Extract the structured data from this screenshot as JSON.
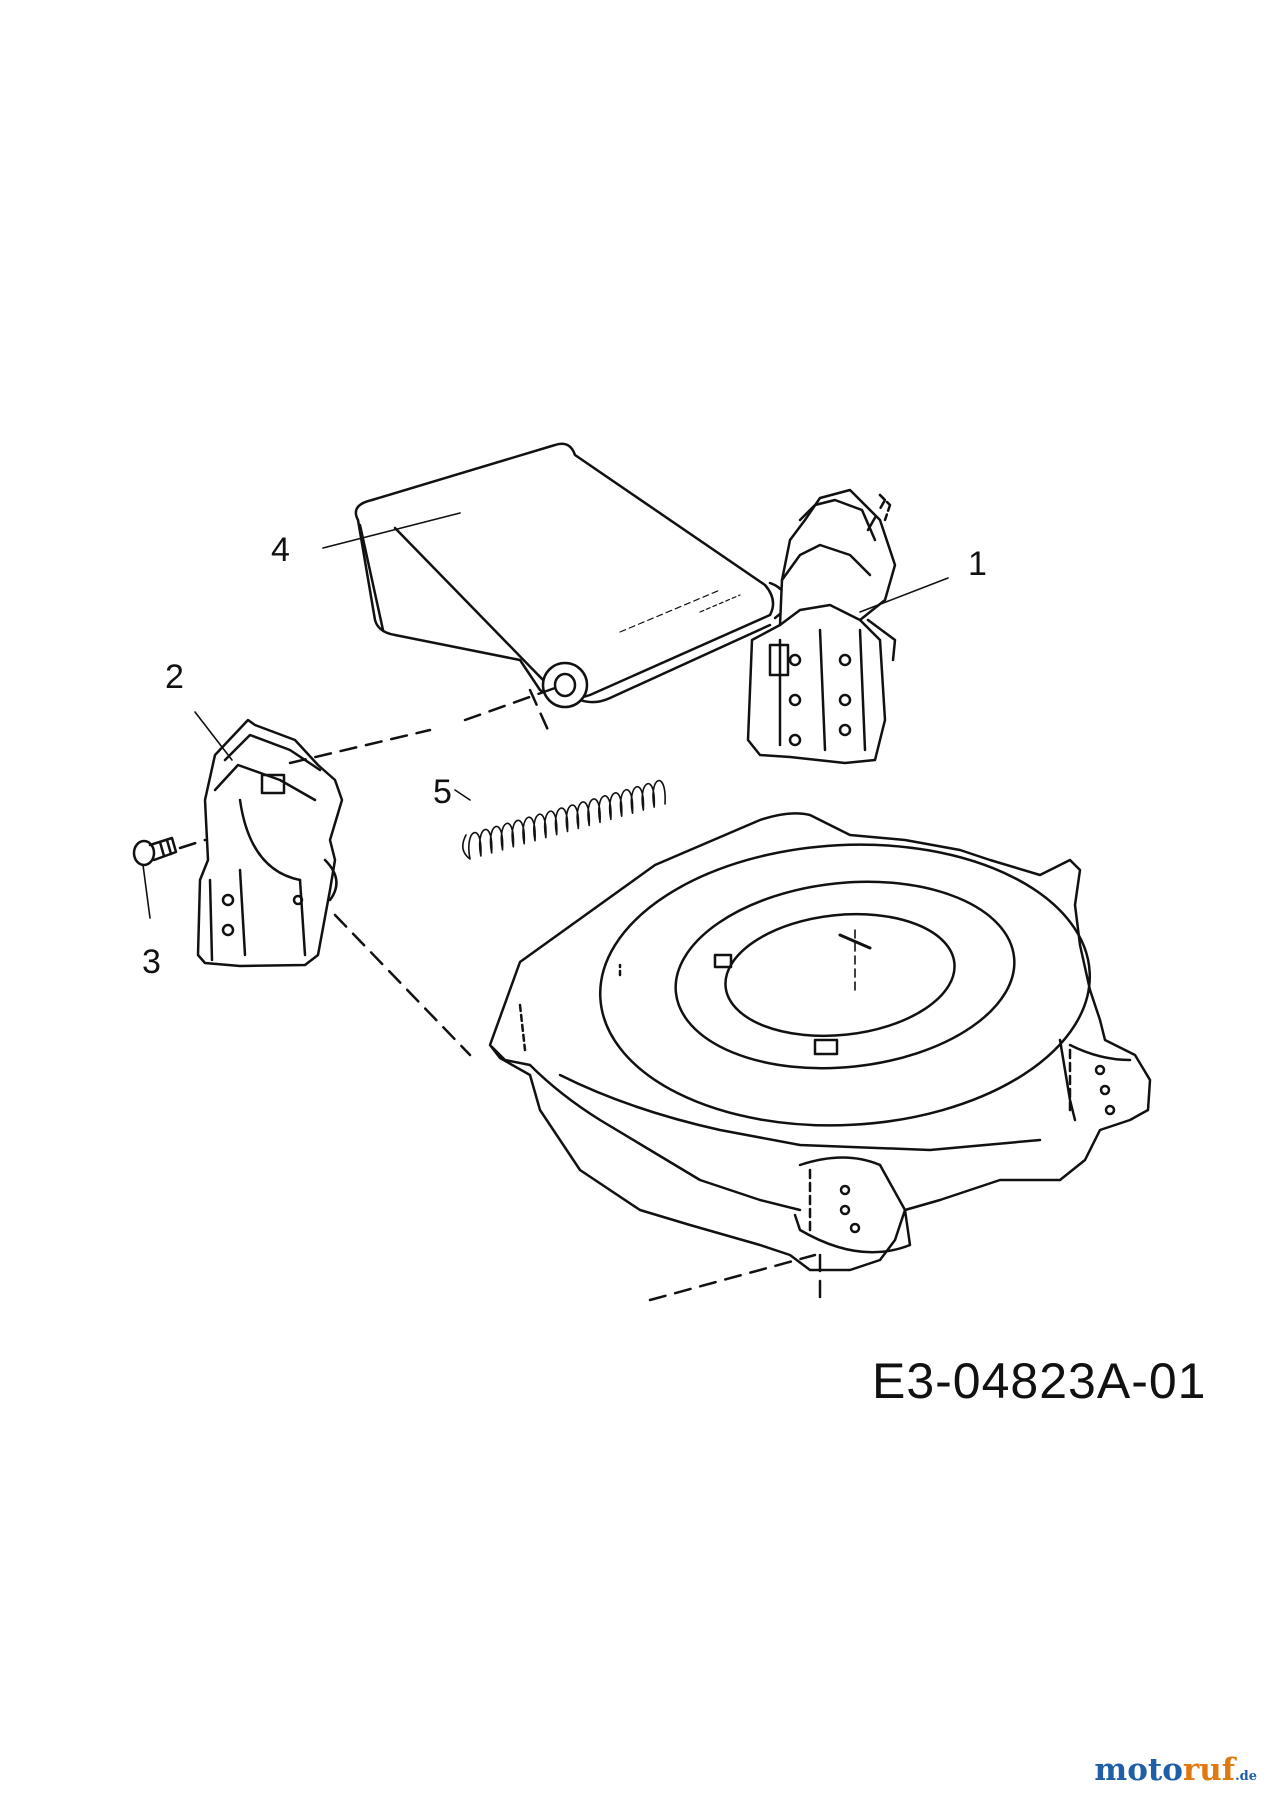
{
  "labels": [
    {
      "id": "1",
      "text": "1"
    },
    {
      "id": "2",
      "text": "2"
    },
    {
      "id": "3",
      "text": "3"
    },
    {
      "id": "4",
      "text": "4"
    },
    {
      "id": "5",
      "text": "5"
    }
  ],
  "drawing_code": "E3-04823A-01",
  "logo": {
    "part1": "moto",
    "part2": "ruf",
    "suffix": ".de"
  },
  "parts": [
    "bracket-right",
    "bracket-left",
    "bolt",
    "flap",
    "spring",
    "deck"
  ],
  "colors": {
    "line": "#111111",
    "background": "#ffffff",
    "logo_blue": "#1f5fa8",
    "logo_orange": "#e07a10"
  }
}
